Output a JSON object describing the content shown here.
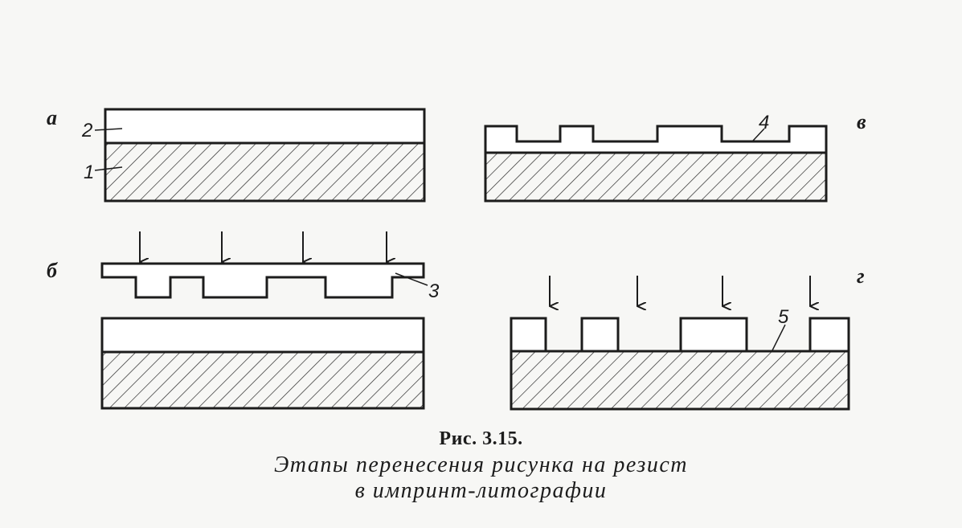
{
  "panels": {
    "a": "а",
    "b": "б",
    "v": "в",
    "g": "г"
  },
  "callouts": {
    "n1": "1",
    "n2": "2",
    "n3": "3",
    "n4": "4",
    "n5": "5"
  },
  "caption": {
    "number": "Рис. 3.15.",
    "line1": "Этапы перенесения рисунка на резист",
    "line2": "в импринт-литографии"
  }
}
